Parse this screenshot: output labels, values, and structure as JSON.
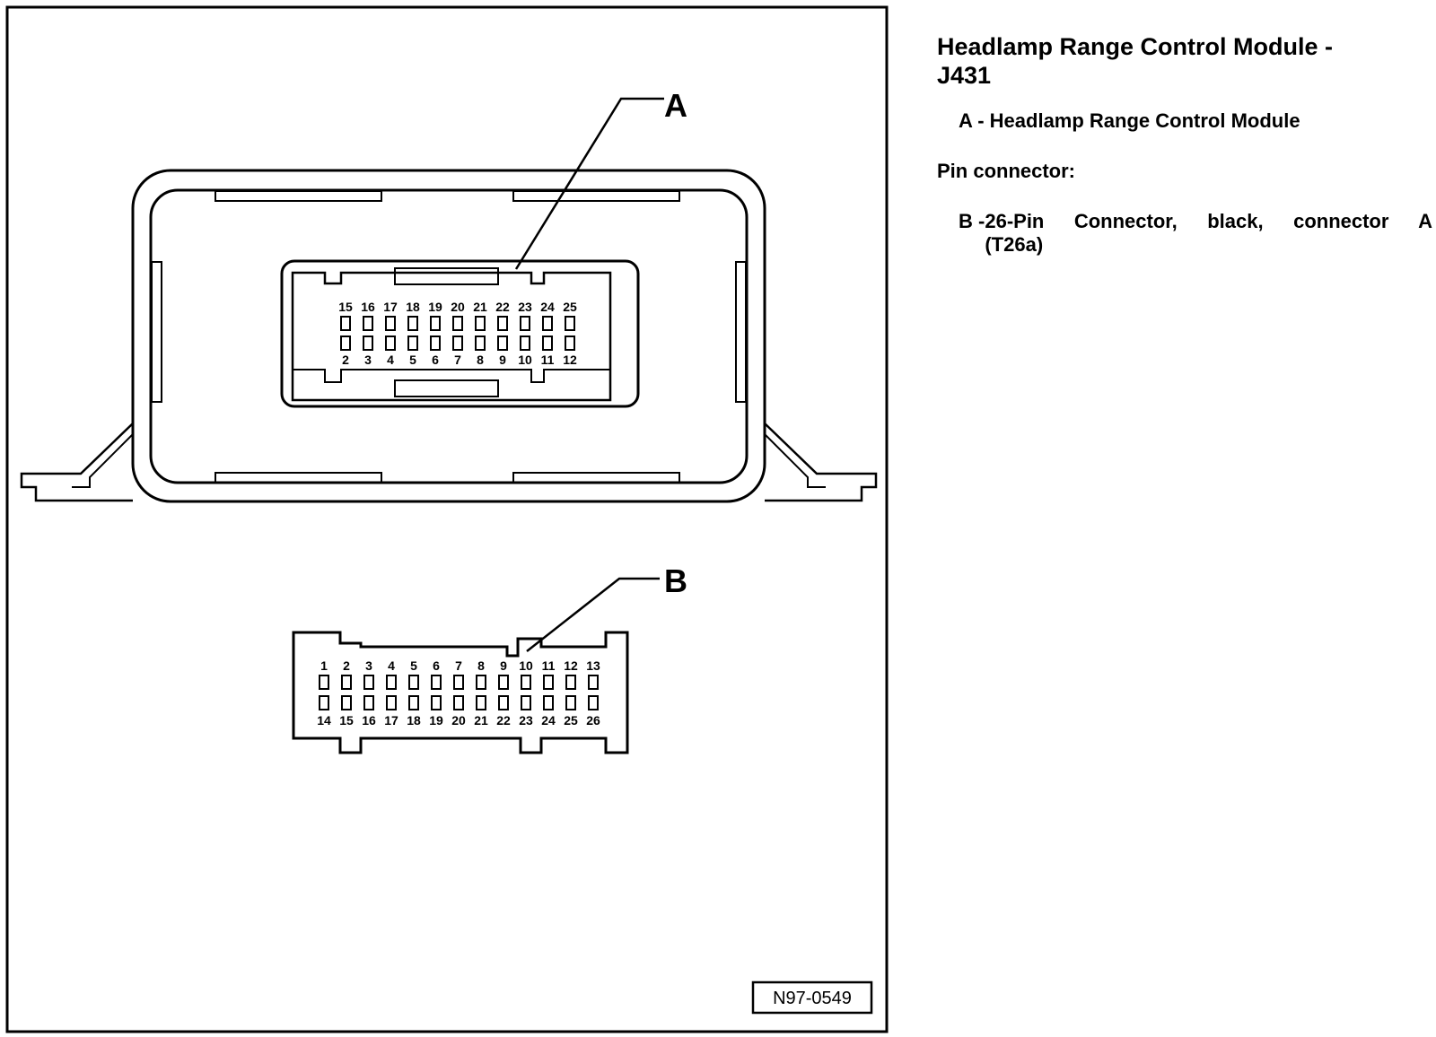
{
  "legend": {
    "title_line1": "Headlamp Range Control Module -",
    "title_line2": "J431",
    "item_a_key": "A",
    "item_a_text": "Headlamp Range Control Module",
    "pin_connector_heading": "Pin connector:",
    "item_b_key": "B",
    "item_b_text_line1": "26-Pin  Connector,  black,  connector  A",
    "item_b_text_line2": "(T26a)"
  },
  "figure": {
    "figure_id": "N97-0549",
    "callout_a": "A",
    "callout_b": "B",
    "module_pins_top": [
      "15",
      "16",
      "17",
      "18",
      "19",
      "20",
      "21",
      "22",
      "23",
      "24",
      "25"
    ],
    "module_pins_bottom": [
      "2",
      "3",
      "4",
      "5",
      "6",
      "7",
      "8",
      "9",
      "10",
      "11",
      "12"
    ],
    "connector_pins_top": [
      "1",
      "2",
      "3",
      "4",
      "5",
      "6",
      "7",
      "8",
      "9",
      "10",
      "11",
      "12",
      "13"
    ],
    "connector_pins_bottom": [
      "14",
      "15",
      "16",
      "17",
      "18",
      "19",
      "20",
      "21",
      "22",
      "23",
      "24",
      "25",
      "26"
    ]
  },
  "colors": {
    "line": "#000000",
    "background": "#ffffff"
  }
}
